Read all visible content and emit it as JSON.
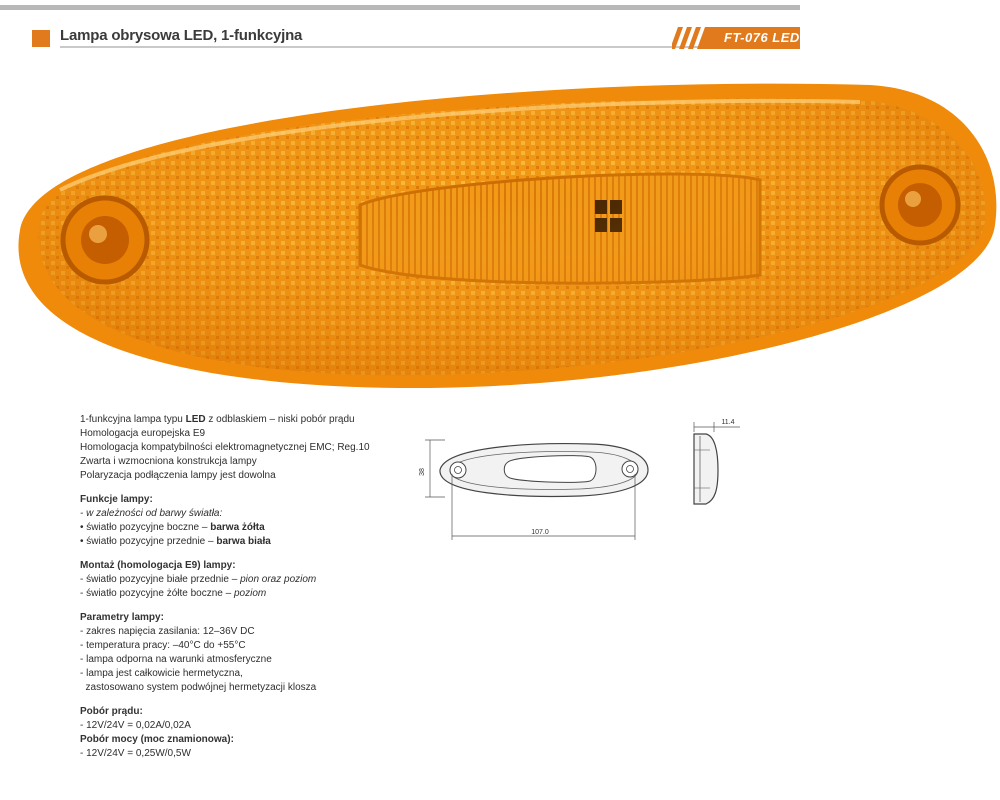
{
  "header": {
    "title": "Lampa obrysowa LED, 1-funkcyjna",
    "code": "FT-076 LED",
    "accent_color": "#e07a1c"
  },
  "photo": {
    "icon": "amber-marker-lamp"
  },
  "specs": {
    "intro": {
      "l1_a": "1-funkcyjna lampa typu ",
      "l1_b": "LED",
      "l1_c": " z odblaskiem – niski pobór prądu",
      "l2": "Homologacja europejska E9",
      "l3": "Homologacja kompatybilności elektromagnetycznej EMC; Reg.10",
      "l4": "Zwarta i wzmocniona konstrukcja lampy",
      "l5": "Polaryzacja podłączenia lampy jest dowolna"
    },
    "funkcje": {
      "heading": "Funkcje lampy:",
      "note": "- w zależności od barwy światła:",
      "i1_a": "• światło pozycyjne boczne – ",
      "i1_b": "barwa żółta",
      "i2_a": "• światło pozycyjne przednie – ",
      "i2_b": "barwa biała"
    },
    "montaz": {
      "heading": "Montaż (homologacja E9) lampy:",
      "i1_a": "- światło pozycyjne białe przednie – ",
      "i1_b": "pion oraz poziom",
      "i2_a": "- światło pozycyjne żółte boczne – ",
      "i2_b": "poziom"
    },
    "parametry": {
      "heading": "Parametry lampy:",
      "i1": "- zakres napięcia zasilania: 12–36V DC",
      "i2": "- temperatura pracy: –40°C do +55°C",
      "i3": "- lampa odporna na warunki atmosferyczne",
      "i4": "- lampa jest całkowicie hermetyczna,",
      "i5": "  zastosowano system podwójnej hermetyzacji klosza"
    },
    "pobor": {
      "heading": "Pobór prądu:",
      "i1": "- 12V/24V = 0,02A/0,02A",
      "heading2": "Pobór mocy (moc znamionowa):",
      "i2": "- 12V/24V = 0,25W/0,5W"
    }
  },
  "drawing": {
    "height": "38",
    "length": "107.0",
    "depth": "11.4"
  }
}
